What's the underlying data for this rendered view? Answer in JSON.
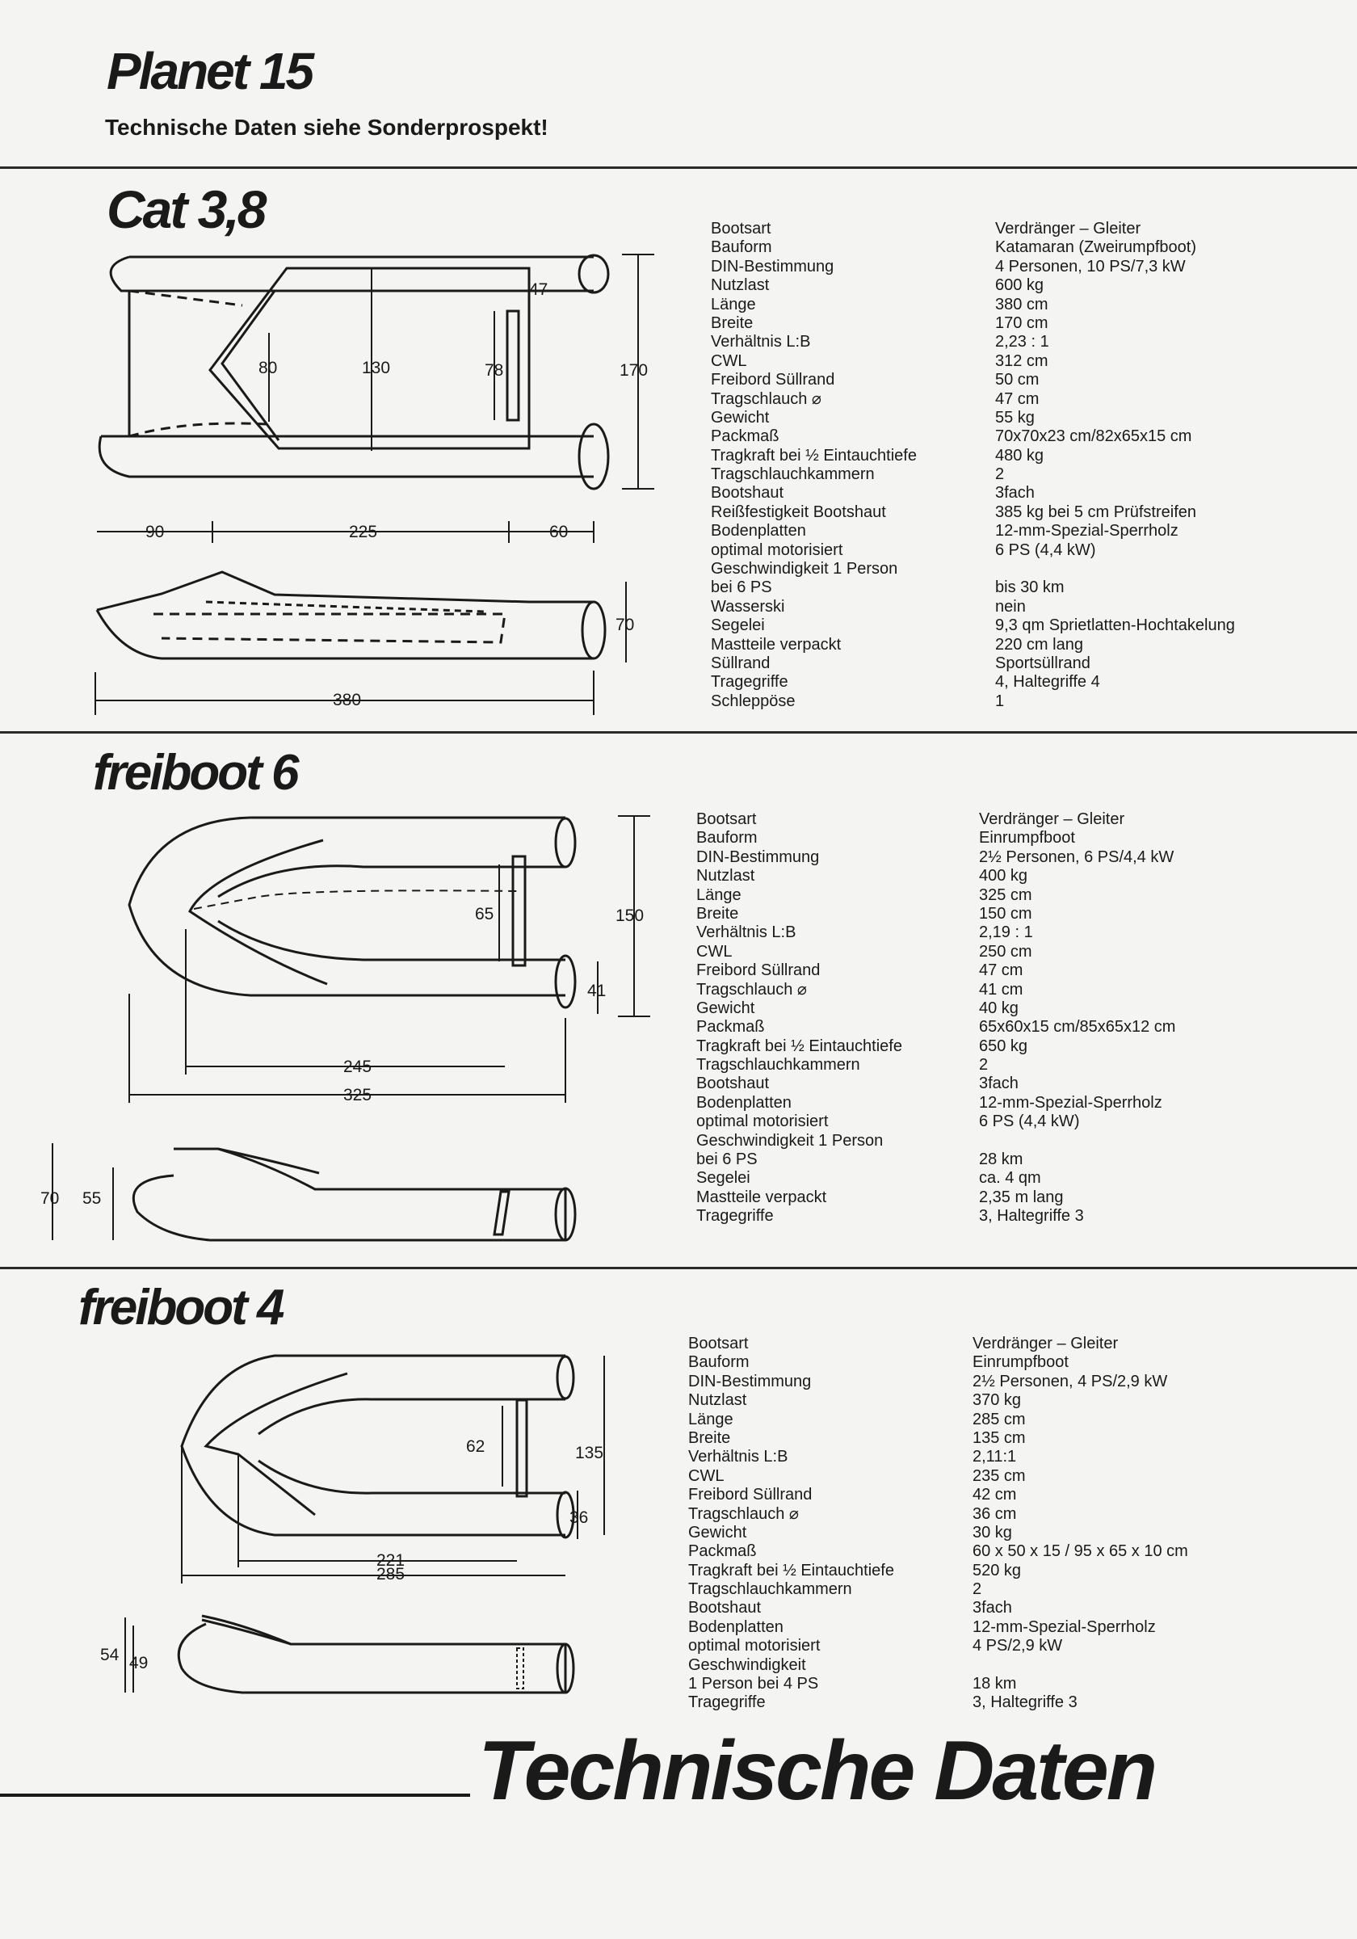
{
  "planet": {
    "title": "Planet 15",
    "note": "Technische Daten siehe Sonderprospekt!"
  },
  "cat": {
    "title": "Cat 3,8",
    "specs": [
      {
        "label": "Bootsart",
        "value": "Verdränger – Gleiter"
      },
      {
        "label": "Bauform",
        "value": "Katamaran (Zweirumpfboot)"
      },
      {
        "label": "DIN-Bestimmung",
        "value": "4 Personen, 10 PS/7,3 kW"
      },
      {
        "label": "Nutzlast",
        "value": "600 kg"
      },
      {
        "label": "Länge",
        "value": "380 cm"
      },
      {
        "label": "Breite",
        "value": "170 cm"
      },
      {
        "label": "Verhältnis L:B",
        "value": "2,23 : 1"
      },
      {
        "label": "CWL",
        "value": "312 cm"
      },
      {
        "label": "Freibord Süllrand",
        "value": "50 cm"
      },
      {
        "label": "Tragschlauch ⌀",
        "value": "47 cm"
      },
      {
        "label": "Gewicht",
        "value": "55 kg"
      },
      {
        "label": "Packmaß",
        "value": "70x70x23 cm/82x65x15 cm"
      },
      {
        "label": "Tragkraft bei ½ Eintauchtiefe",
        "value": "480 kg"
      },
      {
        "label": "Tragschlauchkammern",
        "value": "2"
      },
      {
        "label": "Bootshaut",
        "value": "3fach"
      },
      {
        "label": "Reißfestigkeit Bootshaut",
        "value": "385 kg bei 5 cm Prüfstreifen"
      },
      {
        "label": "Bodenplatten",
        "value": "12-mm-Spezial-Sperrholz"
      },
      {
        "label": "optimal motorisiert",
        "value": "6 PS (4,4 kW)"
      },
      {
        "label": "Geschwindigkeit 1 Person",
        "value": ""
      },
      {
        "label": "bei 6 PS",
        "value": "bis 30 km"
      },
      {
        "label": "Wasserski",
        "value": "nein"
      },
      {
        "label": "Segelei",
        "value": "9,3 qm Sprietlatten-Hochtakelung"
      },
      {
        "label": "Mastteile verpackt",
        "value": "220 cm lang"
      },
      {
        "label": "Süllrand",
        "value": "Sportsüllrand"
      },
      {
        "label": "Tragegriffe",
        "value": "4, Haltegriffe 4"
      },
      {
        "label": "Schleppöse",
        "value": "1"
      }
    ],
    "dims": {
      "d47": "47",
      "d80": "80",
      "d130": "130",
      "d78": "78",
      "d170": "170",
      "d90": "90",
      "d225": "225",
      "d60": "60",
      "d70": "70",
      "d380": "380"
    }
  },
  "freiboot6": {
    "title": "freiboot 6",
    "specs": [
      {
        "label": "Bootsart",
        "value": "Verdränger – Gleiter"
      },
      {
        "label": "Bauform",
        "value": "Einrumpfboot"
      },
      {
        "label": "DIN-Bestimmung",
        "value": "2½ Personen, 6 PS/4,4 kW"
      },
      {
        "label": "Nutzlast",
        "value": "400 kg"
      },
      {
        "label": "Länge",
        "value": "325 cm"
      },
      {
        "label": "Breite",
        "value": "150 cm"
      },
      {
        "label": "Verhältnis L:B",
        "value": "2,19 : 1"
      },
      {
        "label": "CWL",
        "value": "250 cm"
      },
      {
        "label": "Freibord Süllrand",
        "value": "47 cm"
      },
      {
        "label": "Tragschlauch ⌀",
        "value": "41 cm"
      },
      {
        "label": "Gewicht",
        "value": "40 kg"
      },
      {
        "label": "Packmaß",
        "value": "65x60x15 cm/85x65x12 cm"
      },
      {
        "label": "Tragkraft bei ½ Eintauchtiefe",
        "value": "650 kg"
      },
      {
        "label": "Tragschlauchkammern",
        "value": "2"
      },
      {
        "label": "Bootshaut",
        "value": "3fach"
      },
      {
        "label": "Bodenplatten",
        "value": "12-mm-Spezial-Sperrholz"
      },
      {
        "label": "optimal motorisiert",
        "value": "6 PS (4,4 kW)"
      },
      {
        "label": "Geschwindigkeit 1 Person",
        "value": ""
      },
      {
        "label": "bei 6 PS",
        "value": "28 km"
      },
      {
        "label": "Segelei",
        "value": "ca. 4 qm"
      },
      {
        "label": "Mastteile verpackt",
        "value": "2,35 m lang"
      },
      {
        "label": "Tragegriffe",
        "value": "3, Haltegriffe 3"
      }
    ],
    "dims": {
      "d65": "65",
      "d150": "150",
      "d41": "41",
      "d245": "245",
      "d325": "325",
      "d70": "70",
      "d55": "55"
    }
  },
  "freiboot4": {
    "title": "freiboot 4",
    "specs": [
      {
        "label": "Bootsart",
        "value": "Verdränger – Gleiter"
      },
      {
        "label": "Bauform",
        "value": "Einrumpfboot"
      },
      {
        "label": "DIN-Bestimmung",
        "value": "2½ Personen, 4 PS/2,9 kW"
      },
      {
        "label": "Nutzlast",
        "value": "370 kg"
      },
      {
        "label": "Länge",
        "value": "285 cm"
      },
      {
        "label": "Breite",
        "value": "135 cm"
      },
      {
        "label": "Verhältnis L:B",
        "value": "2,11:1"
      },
      {
        "label": "CWL",
        "value": "235 cm"
      },
      {
        "label": "Freibord Süllrand",
        "value": "42 cm"
      },
      {
        "label": "Tragschlauch ⌀",
        "value": "36 cm"
      },
      {
        "label": "Gewicht",
        "value": "30 kg"
      },
      {
        "label": "Packmaß",
        "value": "60 x 50 x 15 / 95 x 65 x 10 cm"
      },
      {
        "label": "Tragkraft bei ½ Eintauchtiefe",
        "value": "520 kg"
      },
      {
        "label": "Tragschlauchkammern",
        "value": "2"
      },
      {
        "label": "Bootshaut",
        "value": "3fach"
      },
      {
        "label": "Bodenplatten",
        "value": "12-mm-Spezial-Sperrholz"
      },
      {
        "label": "optimal motorisiert",
        "value": "4 PS/2,9 kW"
      },
      {
        "label": "Geschwindigkeit",
        "value": ""
      },
      {
        "label": "1 Person bei 4 PS",
        "value": "18 km"
      },
      {
        "label": "Tragegriffe",
        "value": "3, Haltegriffe 3"
      }
    ],
    "dims": {
      "d62": "62",
      "d135": "135",
      "d36": "36",
      "d221": "221",
      "d285": "285",
      "d54": "54",
      "d49": "49"
    }
  },
  "footer": {
    "title": "Technische Daten"
  }
}
